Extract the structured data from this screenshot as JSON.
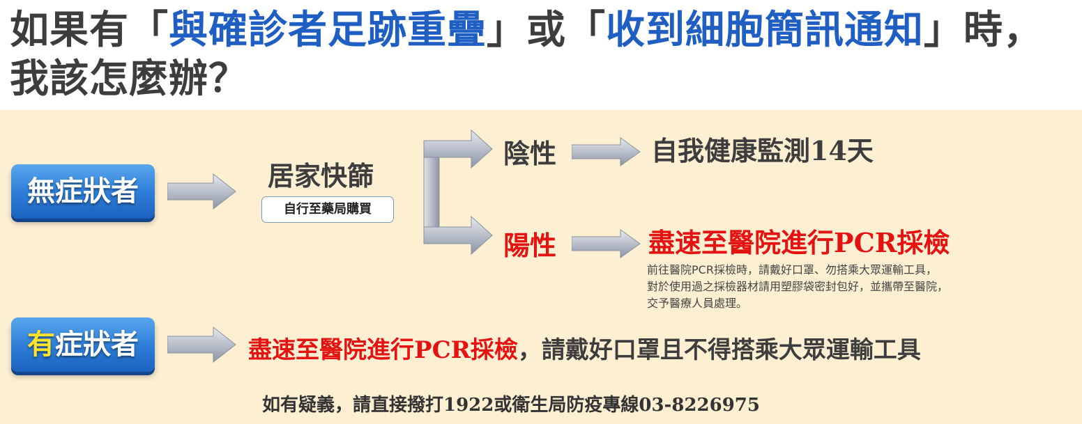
{
  "title": {
    "part1": "如果有「",
    "highlight1": "與確診者足跡重疊",
    "part2": "」或「",
    "highlight2": "收到細胞簡訊通知",
    "part3": "」時，",
    "line2": "我該怎麼辦？"
  },
  "asymptomatic": {
    "label": "無症狀者"
  },
  "symptomatic": {
    "label_highlight": "有",
    "label_rest": "症狀者"
  },
  "rapid_test": {
    "label": "居家快篩",
    "note": "自行至藥局購買"
  },
  "negative": {
    "label": "陰性",
    "action": "自我健康監測14天"
  },
  "positive": {
    "label": "陽性",
    "action": "盡速至醫院進行PCR採檢",
    "notes": [
      "前往醫院PCR採檢時，請戴好口罩、勿搭乘大眾運輸工具，",
      "對於使用過之採檢器材請用塑膠袋密封包好，並攜帶至醫院，",
      "交予醫療人員處理。"
    ]
  },
  "symptomatic_action": {
    "red": "盡速至醫院進行PCR採檢",
    "rest": "，請戴好口罩且不得搭乘大眾運輸工具"
  },
  "footer": "如有疑義，請直接撥打1922或衛生局防疫專線03-8226975",
  "colors": {
    "title_highlight": "#1f5fc4",
    "alert_red": "#e51212",
    "panel_bg": "#fdefd2",
    "button_blue": "#2f7fd8"
  }
}
